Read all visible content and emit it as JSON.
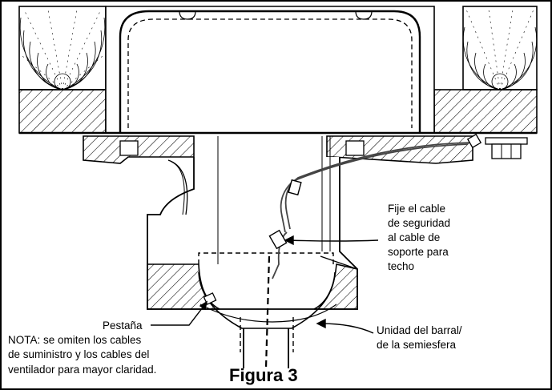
{
  "labels": {
    "safety_1": "Fije el cable",
    "safety_2": "de seguridad",
    "safety_3": "al cable de",
    "safety_4": "soporte para",
    "safety_5": "techo",
    "tab": "Pestaña",
    "note_1": "NOTA: se omiten los cables",
    "note_2": "de suministro y los cables del",
    "note_3": "ventilador para mayor claridad.",
    "downrod_1": "Unidad del barral/",
    "downrod_2": "de la semiesfera"
  },
  "figure_title": "Figura 3",
  "colors": {
    "ink": "#000000",
    "wire": "#444444",
    "paper": "#ffffff"
  }
}
